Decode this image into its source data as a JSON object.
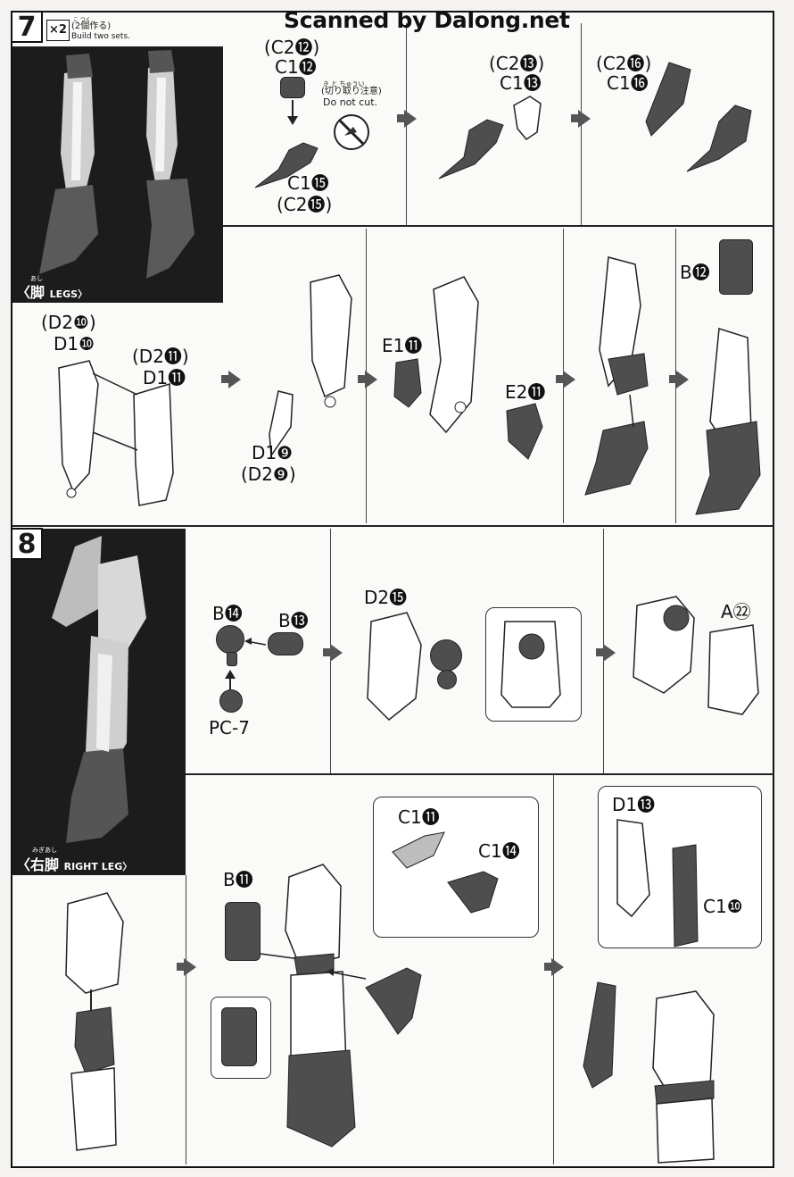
{
  "watermark": "Scanned by Dalong.net",
  "step7": {
    "number": "7",
    "multiplier": "×2",
    "build_jp": "(2個作る)",
    "build_jp_furigana": "こ つく",
    "build_en": "Build two sets.",
    "photo_label_jp": "〈脚",
    "photo_label_furigana": "あし",
    "photo_label_en": "LEGS〉",
    "labels": {
      "c2_12": "(C2⓬)",
      "c1_12": "C1⓬",
      "nocut_furigana": "き と ちゅうい",
      "nocut_jp": "(切り取り注意)",
      "nocut_en": "Do not cut.",
      "c1_15": "C1⓯",
      "c2_15": "(C2⓯)",
      "c2_13": "(C2⓭)",
      "c1_13": "C1⓭",
      "c2_16": "(C2⓰)",
      "c1_16": "C1⓰",
      "d2_10": "(D2❿)",
      "d1_10": "D1❿",
      "d2_11": "(D2⓫)",
      "d1_11": "D1⓫",
      "d1_9": "D1❾",
      "d2_9": "(D2❾)",
      "e1_11": "E1⓫",
      "e2_11": "E2⓫",
      "b_12": "B⓬"
    }
  },
  "step8": {
    "number": "8",
    "photo_label_jp": "〈右脚",
    "photo_label_furigana": "みぎあし",
    "photo_label_en": "RIGHT LEG〉",
    "labels": {
      "b_14": "B⓮",
      "b_13": "B⓭",
      "pc7": "PC-7",
      "d2_15": "D2⓯",
      "a_22": "A㉒",
      "b_11": "B⓫",
      "c1_11": "C1⓫",
      "c1_14": "C1⓮",
      "d1_13": "D1⓭",
      "c1_10": "C1❿"
    }
  },
  "colors": {
    "frame": "#111111",
    "photo_bg": "#1c1c1c",
    "part_dark": "#4e4e4e",
    "part_light": "#ffffff",
    "arrow": "#555555"
  }
}
